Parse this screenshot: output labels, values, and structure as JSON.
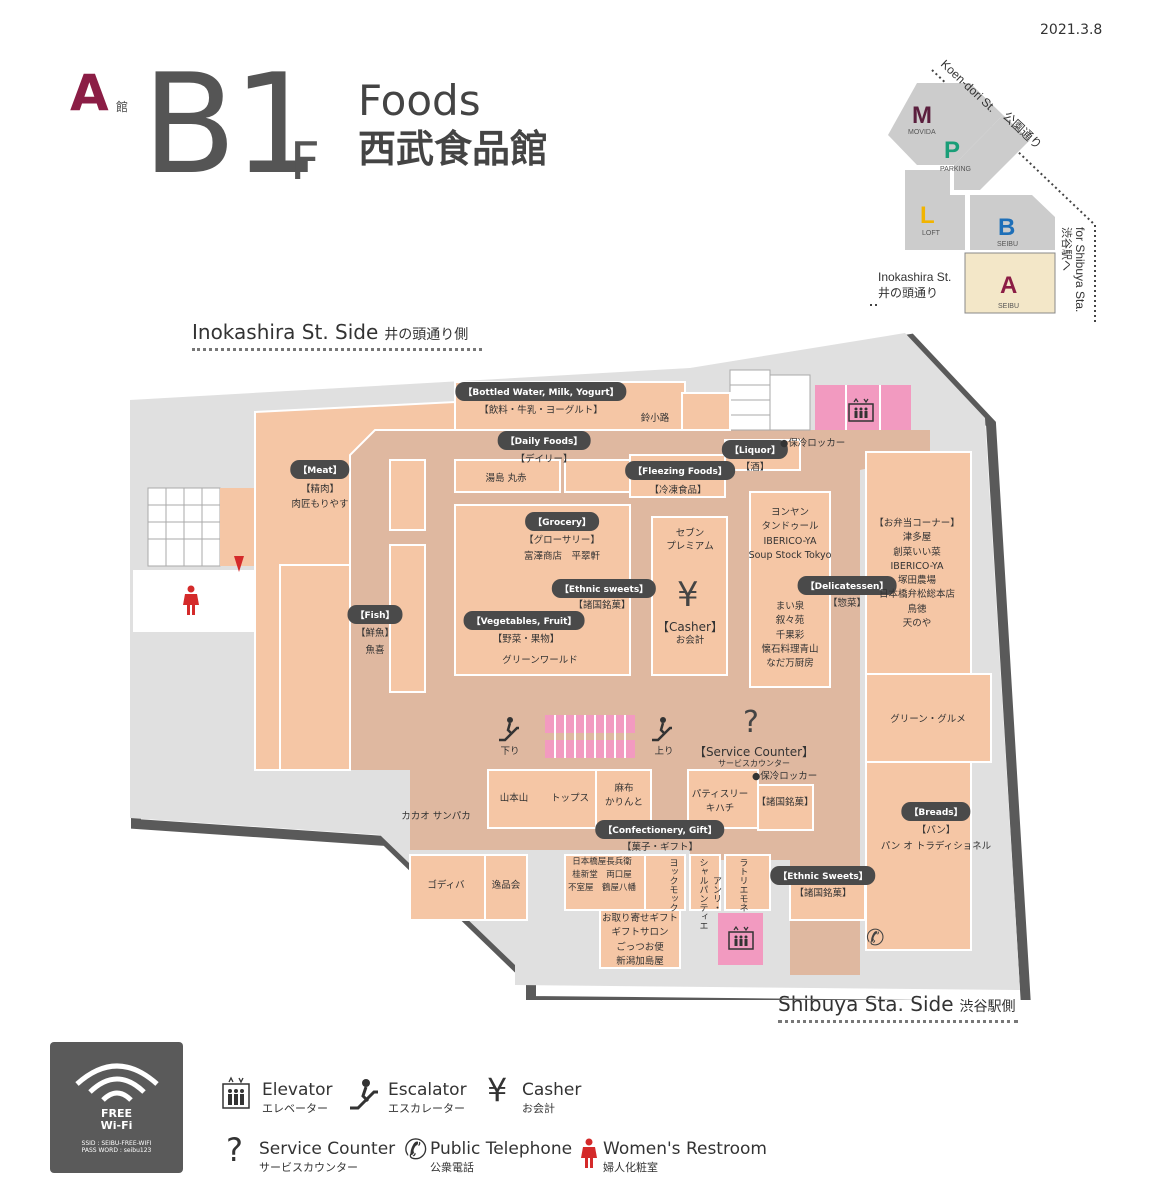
{
  "date": "2021.3.8",
  "header": {
    "building_letter": "A",
    "building_suffix": "館",
    "floor_main": "B1",
    "floor_sub": "F",
    "title_en": "Foods",
    "title_jp": "西武食品館"
  },
  "keymap": {
    "street_top": "Koen-dori St.",
    "street_top_jp": "公園通り",
    "street_left": "Inokashira St.",
    "street_left_jp": "井の頭通り",
    "street_right": "for Shibuya Sta.",
    "street_right_jp": "渋谷駅へ",
    "buildings": [
      {
        "letter": "M",
        "name": "MOVIDA",
        "color": "#5b1f3e"
      },
      {
        "letter": "P",
        "name": "PARKING",
        "color": "#1a9e78"
      },
      {
        "letter": "L",
        "name": "LOFT",
        "color": "#f2b400"
      },
      {
        "letter": "B",
        "name": "SEIBU",
        "color": "#1e6fb8"
      },
      {
        "letter": "A",
        "name": "SEIBU",
        "color": "#8b1d45"
      }
    ]
  },
  "sides": {
    "top": "Inokashira St. Side",
    "top_jp": "井の頭通り側",
    "bottom": "Shibuya Sta. Side",
    "bottom_jp": "渋谷駅側"
  },
  "tags": {
    "bottled": "【Bottled Water, Milk, Yogurt】",
    "daily": "【Daily Foods】",
    "liquor": "【Liquor】",
    "meat": "【Meat】",
    "freezing": "【Fleezing Foods】",
    "grocery": "【Grocery】",
    "ethnic1": "【Ethnic sweets】",
    "veg": "【Vegetables, Fruit】",
    "fish": "【Fish】",
    "deli": "【Delicatessen】",
    "breads": "【Breads】",
    "confect": "【Confectionery, Gift】",
    "ethnic2": "【Ethnic Sweets】"
  },
  "labels": {
    "bottled_jp": "【飲料・牛乳・ヨーグルト】",
    "suzukoji": "鈴小路",
    "daily_jp": "【デイリー】",
    "liquor_jp": "【酒】",
    "locker": "●保冷ロッカー",
    "meat_jp": "【精肉】",
    "meat_shop": "肉匠もりやす",
    "yushima": "湯島 丸赤",
    "frozen_jp": "【冷凍食品】",
    "grocery_jp": "【グローサリー】",
    "grocery_shops": "富澤商店　平翠軒",
    "ethnic1_jp": "【諸国銘菓】",
    "seven": "セブン",
    "premium": "プレミアム",
    "casher_en": "【Casher】",
    "casher_jp": "お会計",
    "veg_jp": "【野菜・果物】",
    "green_world": "グリーンワールド",
    "fish_jp": "【鮮魚】",
    "fish_shop": "魚喜",
    "deli_jp": "【惣菜】",
    "deli_shops_top": "ヨンヤン\nタンドゥール\nIBERICO-YA\nSoup Stock Tokyo",
    "deli_shops_bottom": "まい泉\n叙々苑\n千果彩\n懐石料理青山\nなだ万厨房",
    "bento": "【お弁当コーナー】\n津多屋\n創菜いい菜\nIBERICO-YA\n塚田農場\n日本橋弁松総本店\n鳥徳\n天のや",
    "green_gourmet": "グリーン・グルメ",
    "down": "下り",
    "up": "上り",
    "service_en": "【Service Counter】",
    "service_jp": "サービスカウンター",
    "locker2": "●保冷ロッカー",
    "yamamotoyama": "山本山",
    "topps": "トップス",
    "azabu": "麻布\nかりんと",
    "patisserie": "パティスリー\nキハチ",
    "shokoku": "【諸国銘菓】",
    "breads_jp": "【パン】",
    "bread_shop": "パン オ トラディショネル",
    "cacao": "カカオ サンパカ",
    "confect_jp": "【菓子・ギフト】",
    "godiva": "ゴディバ",
    "yoshinkai": "逸品会",
    "japanese_sweets": "日本橋屋長兵衛\n桂新堂　両口屋\n不室屋　鶴屋八幡",
    "yokku": "ヨックモック",
    "henri": "アンリ・\nシャルパンティエ",
    "latrie": "ラトリエモネ",
    "gift": "お取り寄せギフト\nギフトサロン\nごっつお便\n新潟加島屋",
    "ethnic2_jp": "【諸国銘菓】"
  },
  "legend": [
    {
      "icon": "elevator-icon",
      "en": "Elevator",
      "jp": "エレベーター"
    },
    {
      "icon": "escalator-icon",
      "en": "Escalator",
      "jp": "エスカレーター"
    },
    {
      "icon": "casher-icon",
      "en": "Casher",
      "jp": "お会計"
    },
    {
      "icon": "service-counter-icon",
      "en": "Service Counter",
      "jp": "サービスカウンター"
    },
    {
      "icon": "telephone-icon",
      "en": "Public Telephone",
      "jp": "公衆電話"
    },
    {
      "icon": "restroom-icon",
      "en": "Women's Restroom",
      "jp": "婦人化粧室"
    }
  ],
  "wifi": {
    "free": "FREE",
    "wifi": "Wi-Fi",
    "ssid": "SSID : SEIBU-FREE-WIFI",
    "password": "PASS WORD : seibu123"
  },
  "colors": {
    "shop": "#f5c6a5",
    "aisle": "#dfb8a0",
    "floor_bg": "#e0e0e0",
    "wall": "#5a5a5a",
    "pink": "#f29ac0",
    "tag_bg": "#4a4a4a"
  }
}
